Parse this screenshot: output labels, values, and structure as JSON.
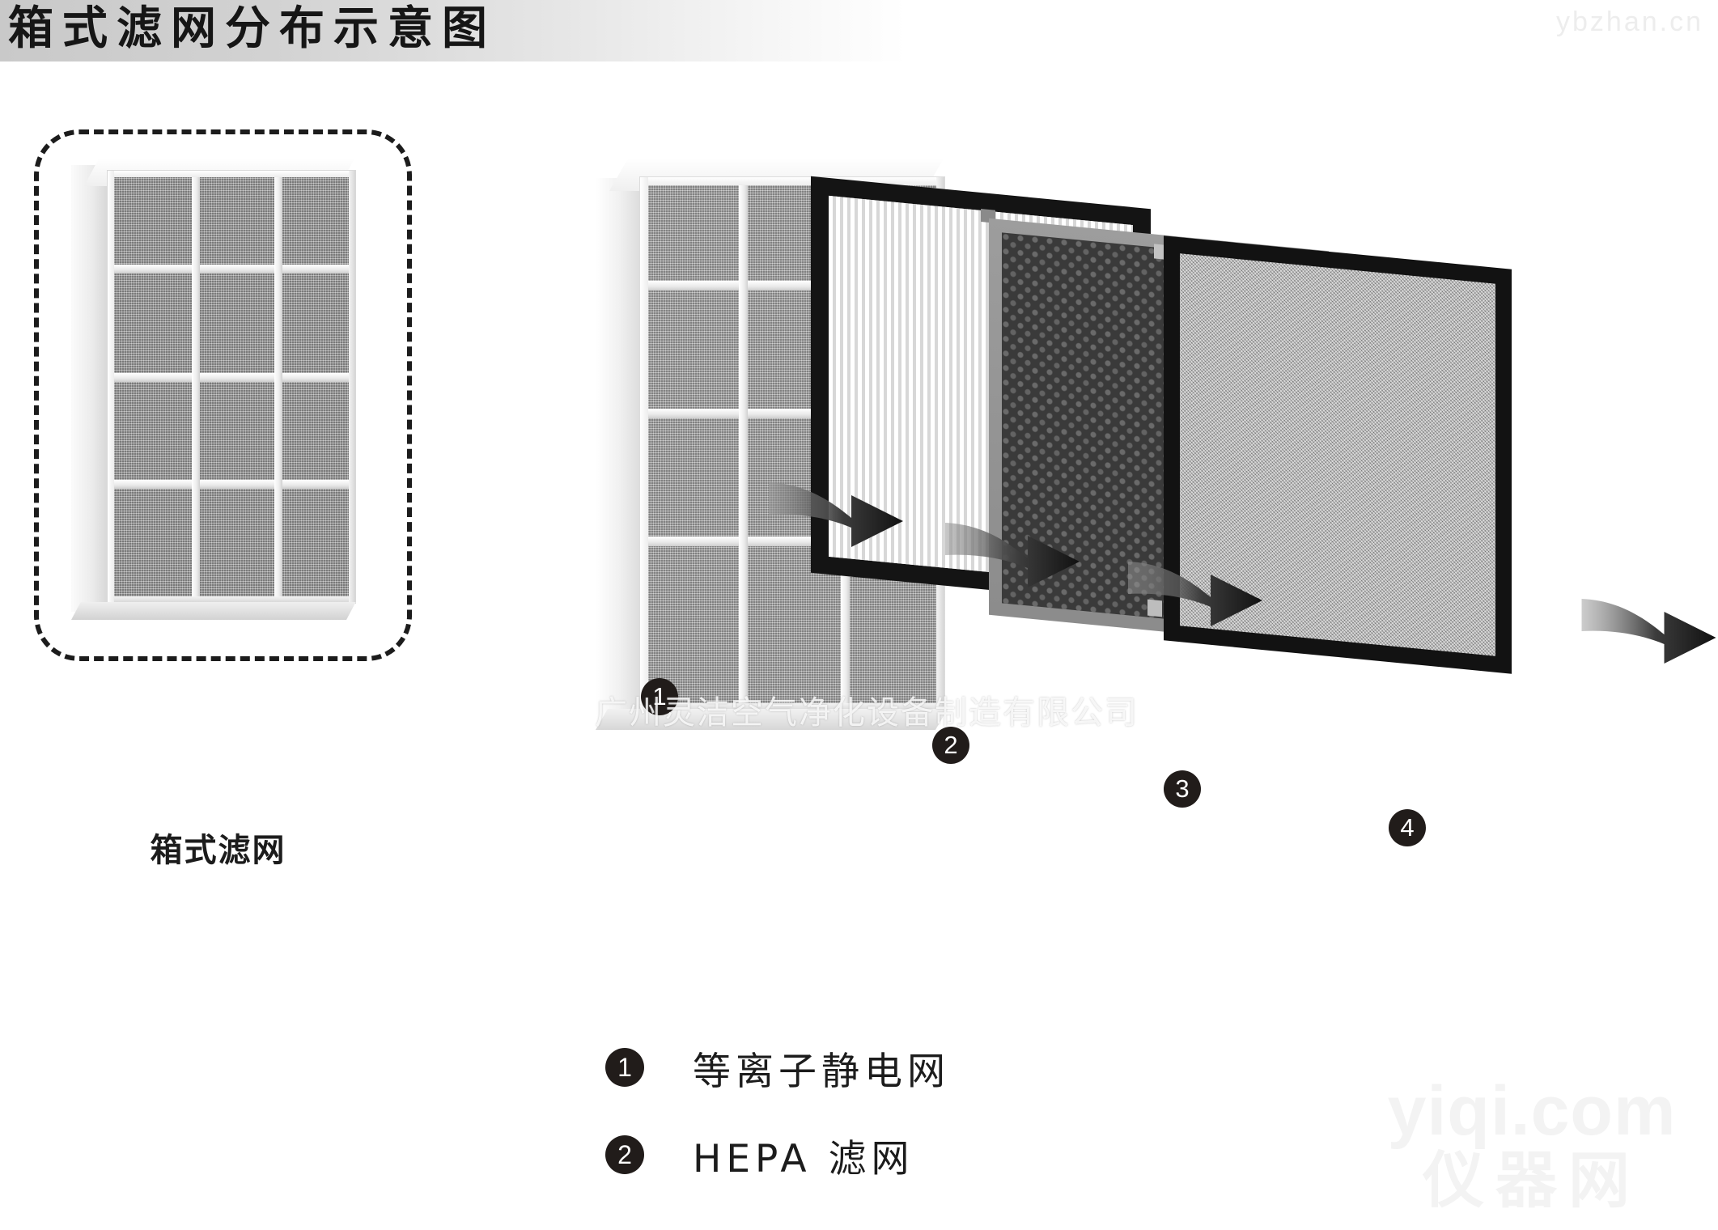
{
  "header": {
    "title": "箱式滤网分布示意图"
  },
  "watermarks": {
    "top_right": "ybzhan.cn",
    "company": "广州灵洁空气净化设备制造有限公司",
    "bottom_right_line1": "yiqi.com",
    "bottom_right_line2": "仪器网"
  },
  "callout": {
    "caption": "箱式滤网"
  },
  "diagram": {
    "panels": [
      {
        "badge": "1",
        "name": "plasma-electrostatic-mesh-panel"
      },
      {
        "badge": "2",
        "name": "hepa-filter-panel"
      },
      {
        "badge": "3",
        "name": "activated-carbon-panel"
      },
      {
        "badge": "4",
        "name": "mesh-filter-panel"
      }
    ],
    "arrows": [
      {
        "name": "airflow-arrow-1"
      },
      {
        "name": "airflow-arrow-2"
      },
      {
        "name": "airflow-arrow-3"
      },
      {
        "name": "airflow-arrow-4"
      }
    ]
  },
  "legend": {
    "items": [
      {
        "marker": "1",
        "label": "等离子静电网"
      },
      {
        "marker": "2",
        "label": "HEPA 滤网"
      }
    ]
  },
  "colors": {
    "ink": "#1c1c1c",
    "badge_bg": "#211c1a",
    "badge_fg": "#ffffff",
    "watermark": "#f3f3f3",
    "title_gradient_start": "#c9c9c9",
    "title_gradient_end": "#ffffff"
  }
}
